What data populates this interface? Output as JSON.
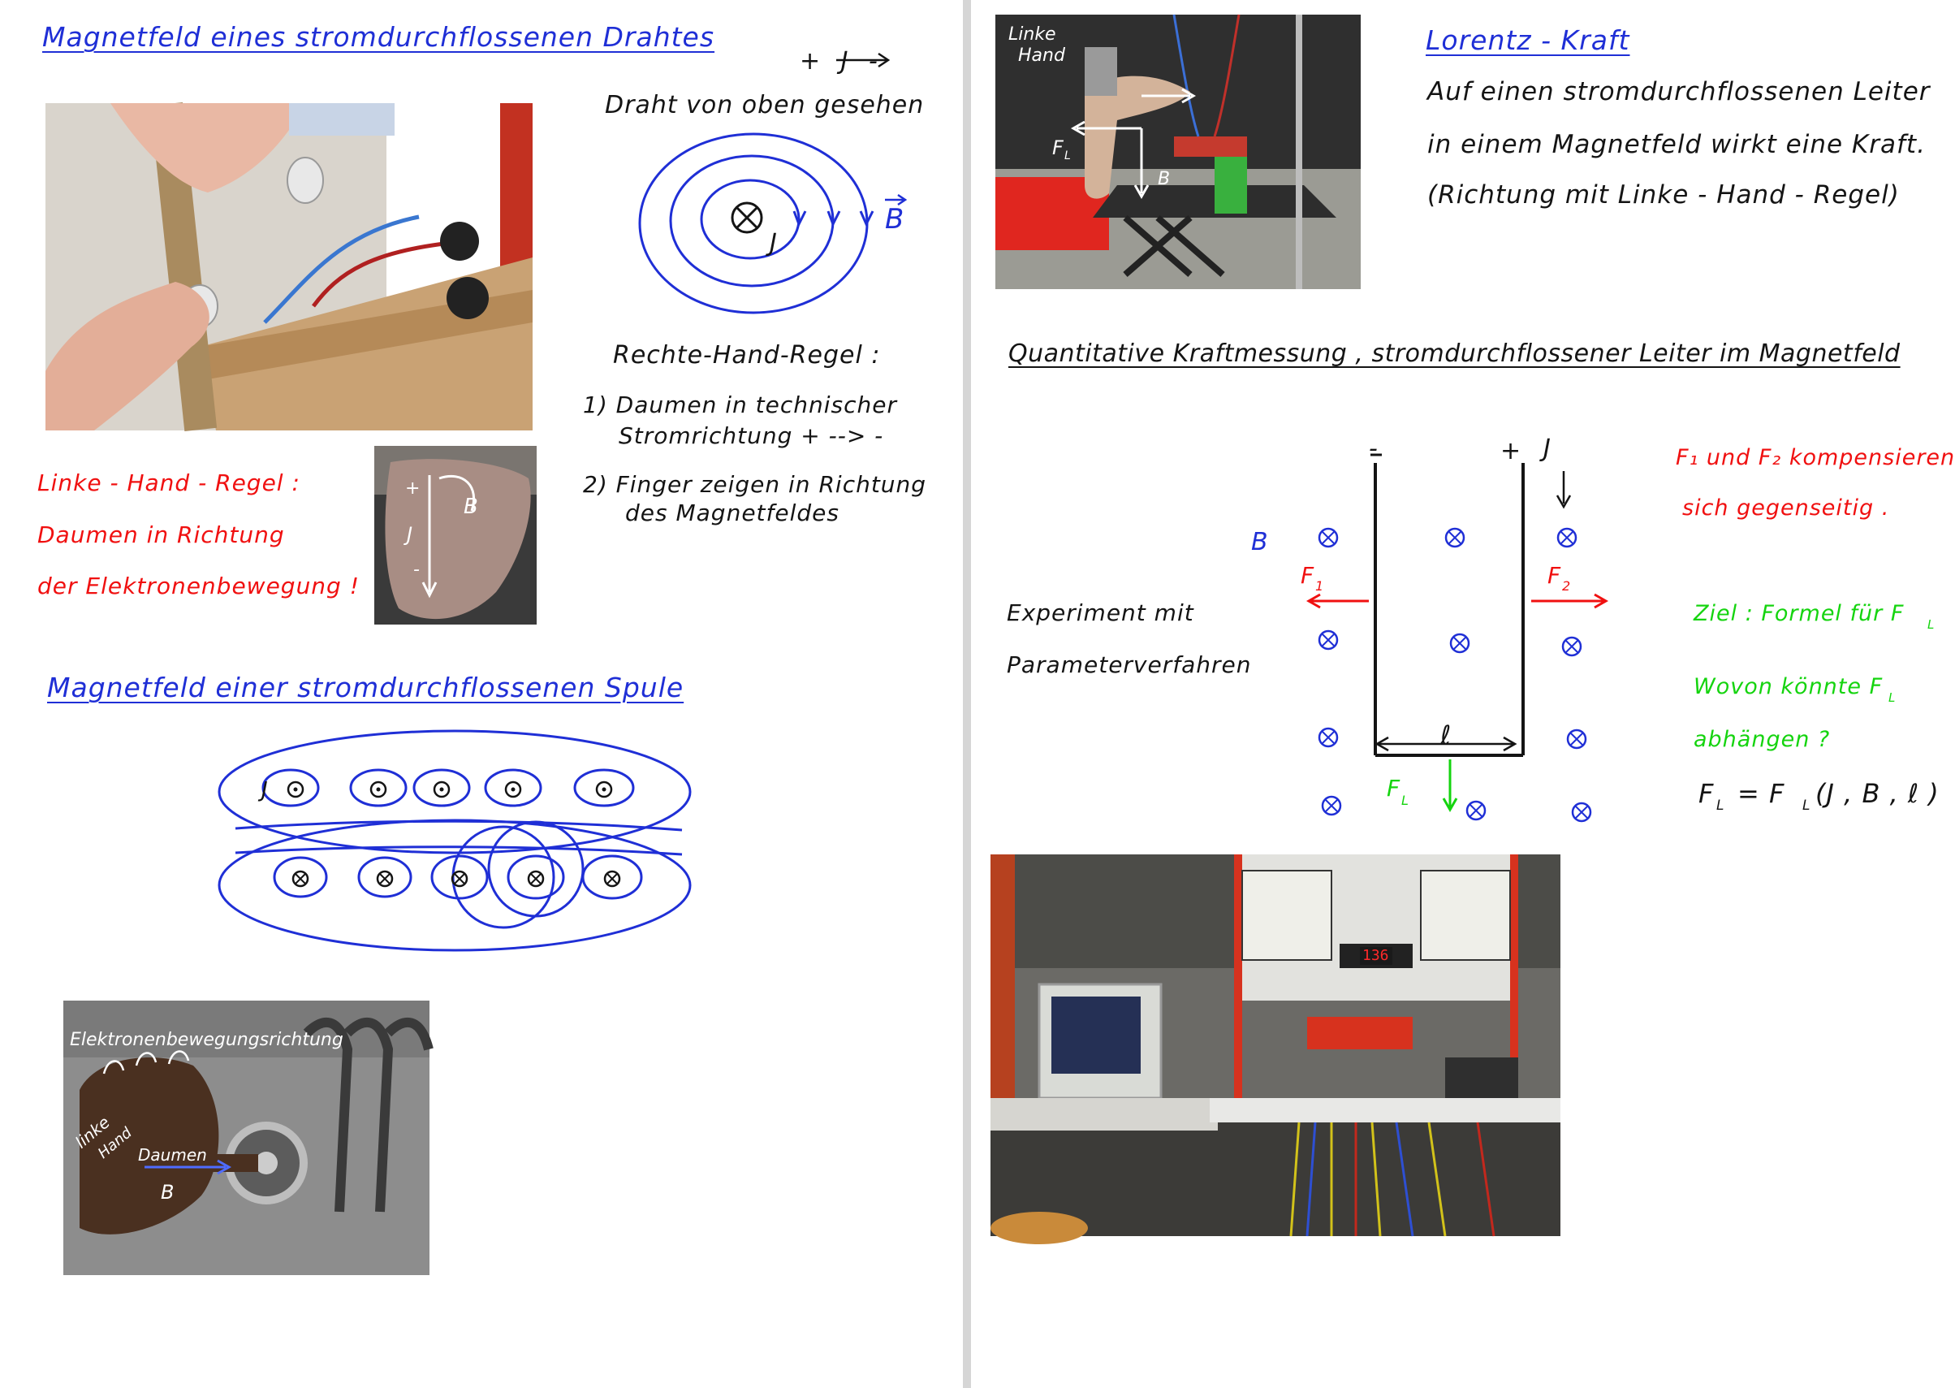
{
  "left": {
    "title_wire": "Magnetfeld eines stromdurchflossenen Drahtes",
    "current_label": "+ J -",
    "wire_from_above": "Draht von oben gesehen",
    "symbol_j": "J",
    "symbol_b": "B",
    "right_hand_title": "Rechte-Hand-Regel :",
    "rule_1_a": "1) Daumen in technischer",
    "rule_1_b": "Stromrichtung + --> -",
    "rule_2_a": "2) Finger zeigen in Richtung",
    "rule_2_b": "des Magnetfeldes",
    "left_hand_title": "Linke - Hand - Regel :",
    "left_hand_line1": "Daumen in Richtung",
    "left_hand_line2": "der Elektronenbewegung !",
    "hand_photo_plus": "+",
    "hand_photo_j": "J",
    "hand_photo_minus": "-",
    "hand_photo_b": "B",
    "title_coil": "Magnetfeld einer stromdurchflossenen Spule",
    "coil_j": "J",
    "coil_photo_top": "Elektronenbewegungsrichtung",
    "coil_photo_hand_1": "linke",
    "coil_photo_hand_2": "Hand",
    "coil_photo_thumb": "Daumen",
    "coil_photo_b": "B"
  },
  "right": {
    "photo_lorentz_1": "Linke",
    "photo_lorentz_2": "Hand",
    "photo_fl": "F",
    "photo_fl_sub": "L",
    "photo_b": "B",
    "title_lorentz": "Lorentz - Kraft",
    "lorentz_line1": "Auf einen stromdurchflossenen Leiter",
    "lorentz_line2": "in einem Magnetfeld wirkt eine Kraft.",
    "lorentz_line3": "(Richtung mit Linke - Hand - Regel)",
    "title_quant": "Quantitative Kraftmessung , stromdurchflossener Leiter im Magnetfeld",
    "experiment_line1": "Experiment mit",
    "experiment_line2": "Parameterverfahren",
    "minus": "-",
    "plus": "+",
    "j": "J",
    "b": "B",
    "f1": "F",
    "f1_sub": "1",
    "f2": "F",
    "f2_sub": "2",
    "fl": "F",
    "fl_sub": "L",
    "ell": "ℓ",
    "compensate_line1": "F₁ und F₂ kompensieren",
    "compensate_line2": "sich gegenseitig .",
    "goal": "Ziel : Formel für F",
    "goal_sub": "L",
    "question_line1": "Wovon könnte F",
    "question_sub": "L",
    "question_line2": "abhängen ?",
    "formula": "F",
    "formula_sub": "L",
    "formula_eq": "= F",
    "formula_sub2": "L",
    "formula_args": "(J , B , ℓ )",
    "lab_display": "136"
  }
}
